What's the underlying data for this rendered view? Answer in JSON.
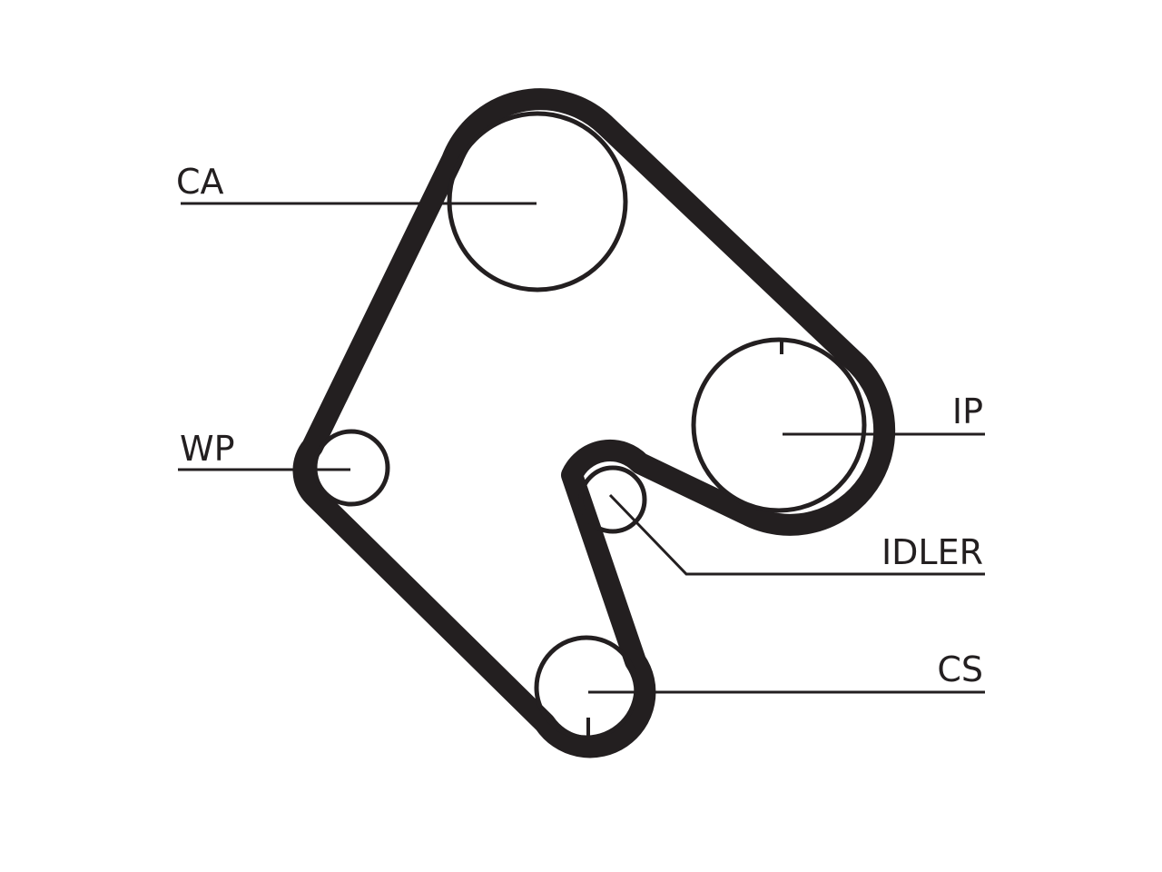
{
  "colors": {
    "ink": "#231f20",
    "background": "#ffffff"
  },
  "labels": {
    "ca": "CA",
    "wp": "WP",
    "ip": "IP",
    "idler": "IDLER",
    "cs": "CS"
  }
}
